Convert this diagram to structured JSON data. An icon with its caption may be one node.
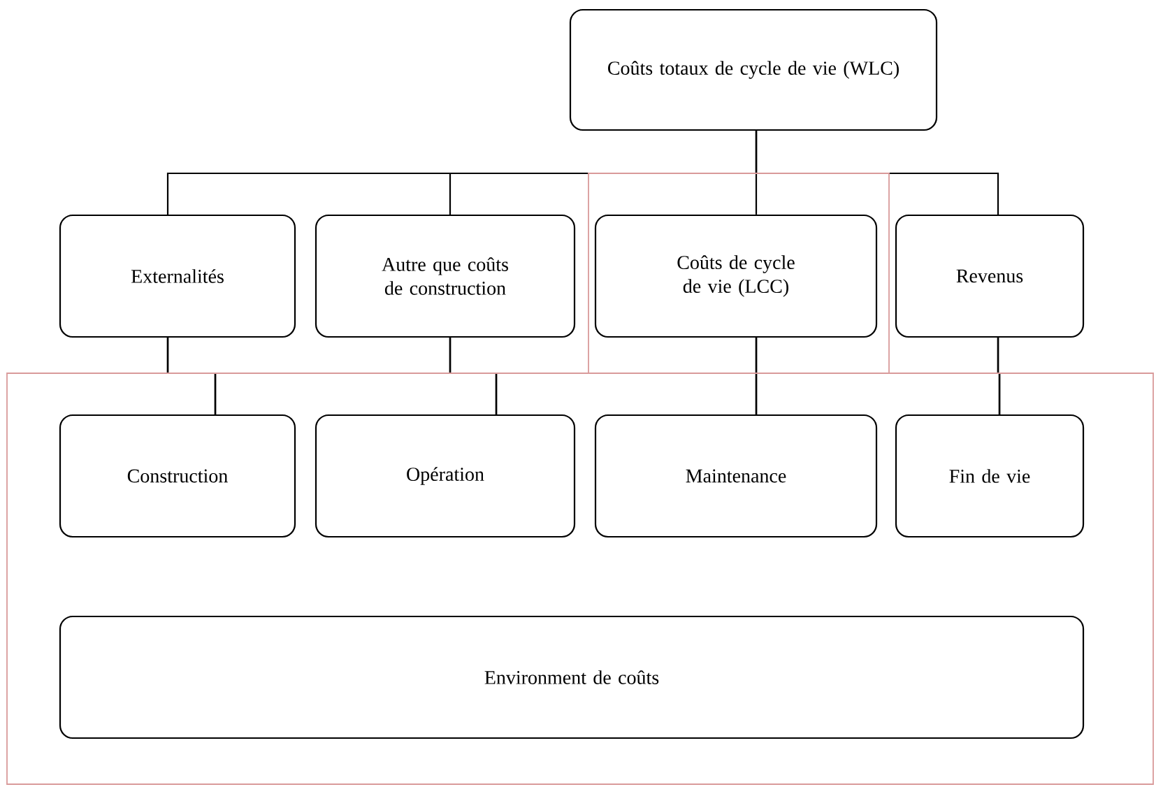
{
  "diagram": {
    "nodes": [
      {
        "text": [
          "Coûts totaux de cycle de vie (WLC)"
        ]
      },
      {
        "text": [
          "Externalités"
        ]
      },
      {
        "text": [
          "Autre que coûts de construction"
        ]
      },
      {
        "text": [
          "Coûts de cycle de vie (LCC)"
        ]
      },
      {
        "text": [
          "Revenus"
        ]
      },
      {
        "text": [
          "Construction"
        ]
      },
      {
        "text": [
          "Opération"
        ]
      },
      {
        "text": [
          "Maintenance"
        ]
      },
      {
        "text": [
          "Fin de vie"
        ]
      },
      {
        "text": [
          "Environment de coûts"
        ]
      }
    ],
    "edges": [
      {
        "from": 0,
        "to": 1,
        "arrow": "none"
      },
      {
        "from": 0,
        "to": 2,
        "arrow": "none"
      },
      {
        "from": 0,
        "to": 3,
        "arrow": "none"
      },
      {
        "from": 0,
        "to": 4,
        "arrow": "none"
      },
      {
        "from": 1,
        "to": 5,
        "arrow": "none"
      },
      {
        "from": 1,
        "to": 6,
        "arrow": "none"
      },
      {
        "from": 1,
        "to": 7,
        "arrow": "none"
      },
      {
        "from": 1,
        "to": 8,
        "arrow": "none"
      },
      {
        "from": 2,
        "to": 5,
        "arrow": "none"
      },
      {
        "from": 2,
        "to": 6,
        "arrow": "none"
      },
      {
        "from": 2,
        "to": 7,
        "arrow": "none"
      },
      {
        "from": 2,
        "to": 8,
        "arrow": "none"
      },
      {
        "from": 3,
        "to": 5,
        "arrow": "none"
      },
      {
        "from": 3,
        "to": 6,
        "arrow": "none"
      },
      {
        "from": 3,
        "to": 7,
        "arrow": "none"
      },
      {
        "from": 3,
        "to": 8,
        "arrow": "none"
      },
      {
        "from": 4,
        "to": 5,
        "arrow": "none"
      },
      {
        "from": 4,
        "to": 6,
        "arrow": "none"
      },
      {
        "from": 4,
        "to": 7,
        "arrow": "none"
      },
      {
        "from": 4,
        "to": 8,
        "arrow": "none"
      }
    ]
  }
}
